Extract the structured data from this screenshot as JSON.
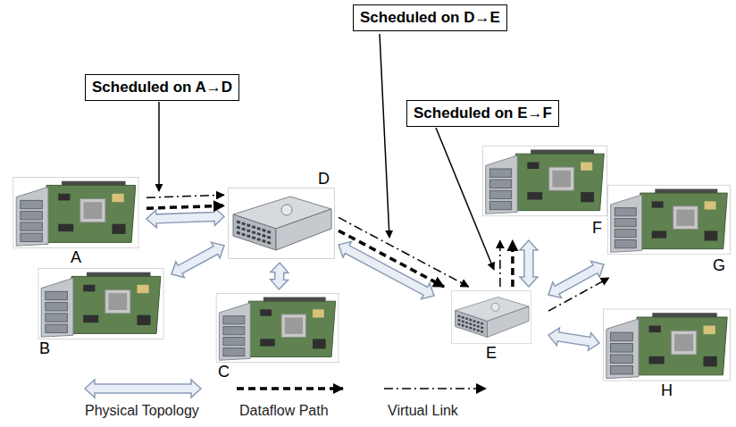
{
  "diagram": {
    "nodes": [
      {
        "text": [
          "Scheduled on A→D"
        ]
      },
      {
        "text": [
          "Scheduled on D→E"
        ]
      },
      {
        "text": [
          "Scheduled on E→F"
        ]
      },
      {
        "text": [
          "A"
        ]
      },
      {
        "text": [
          "B"
        ]
      },
      {
        "text": [
          "C"
        ]
      },
      {
        "text": [
          "D"
        ]
      },
      {
        "text": [
          "E"
        ]
      },
      {
        "text": [
          "F"
        ]
      },
      {
        "text": [
          "G"
        ]
      },
      {
        "text": [
          "H"
        ]
      }
    ],
    "edges": [
      {
        "from": 3,
        "to": 6,
        "arrow": "both"
      },
      {
        "from": 4,
        "to": 6,
        "arrow": "both"
      },
      {
        "from": 5,
        "to": 6,
        "arrow": "both"
      },
      {
        "from": 6,
        "to": 7,
        "arrow": "both"
      },
      {
        "from": 7,
        "to": 8,
        "arrow": "both"
      },
      {
        "from": 7,
        "to": 9,
        "arrow": "both"
      },
      {
        "from": 7,
        "to": 10,
        "arrow": "both"
      },
      {
        "from": 3,
        "to": 6,
        "arrow": "to"
      },
      {
        "from": 6,
        "to": 7,
        "arrow": "to"
      },
      {
        "from": 7,
        "to": 8,
        "arrow": "to"
      },
      {
        "from": 3,
        "to": 6,
        "arrow": "to"
      },
      {
        "from": 6,
        "to": 7,
        "arrow": "to"
      },
      {
        "from": 7,
        "to": 8,
        "arrow": "to"
      },
      {
        "from": 7,
        "to": 9,
        "arrow": "to"
      }
    ],
    "legend": [
      {
        "text": "Physical Topology"
      },
      {
        "text": "Dataflow Path"
      },
      {
        "text": "Virtual Link"
      }
    ]
  }
}
